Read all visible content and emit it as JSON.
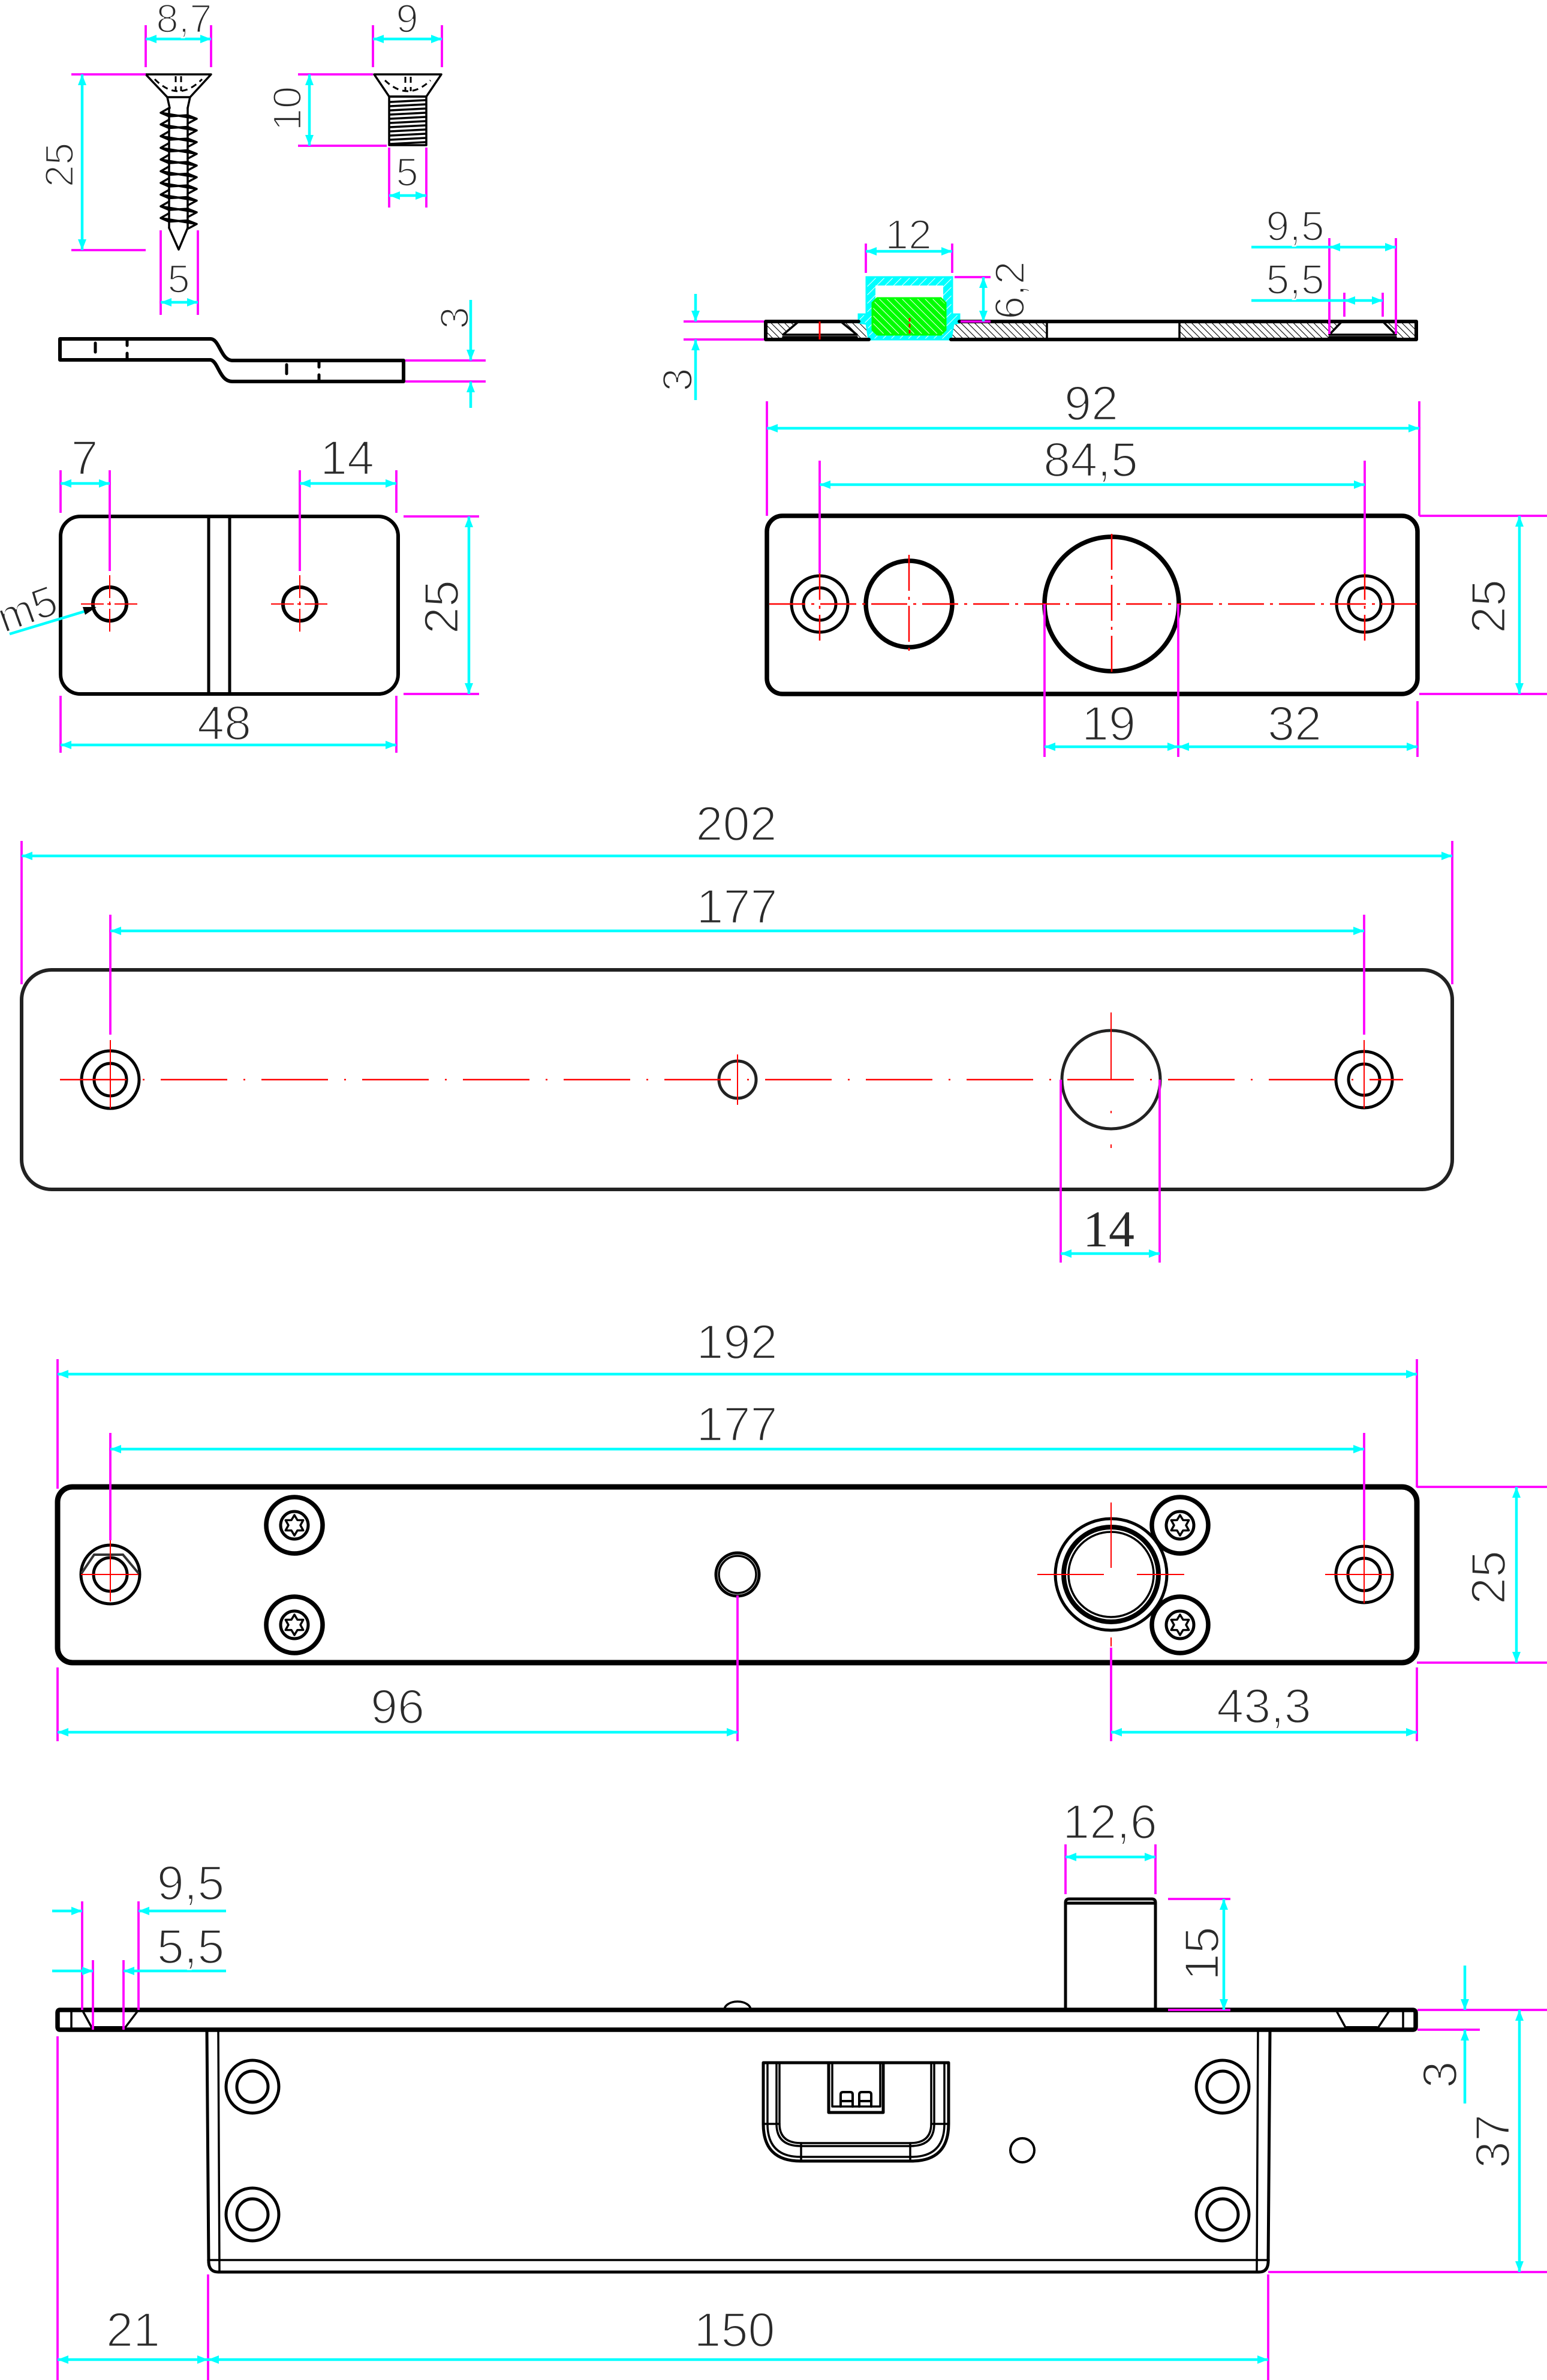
{
  "colors": {
    "dimension_line": "#00ffff",
    "extension_line": "#ff00ff",
    "center_line": "#ff0000",
    "outline": "#000000",
    "bolt_section": "#00ff00",
    "housing_section": "#00ffff",
    "text": "#2a2a2a"
  },
  "views": {
    "wood_screw": {
      "head_diameter": "8,7",
      "length": "25",
      "thread_diameter": "5"
    },
    "machine_screw": {
      "head_diameter": "9",
      "length": "10",
      "thread_diameter": "5"
    },
    "bent_bracket_side": {
      "thickness": "3"
    },
    "bracket_top": {
      "left_hole_offset": "7",
      "right_hole_offset": "14",
      "width": "48",
      "height": "25",
      "thread_callout": "m5"
    },
    "strike_section": {
      "bolt_bore_width": "12",
      "housing_height": "6,2",
      "countersink_diameter": "9,5",
      "hole_diameter": "5,5",
      "plate_thickness": "3"
    },
    "strike_plate_top": {
      "length": "92",
      "hole_spacing": "84,5",
      "height": "25",
      "bolt_hole_diameter": "19",
      "bolt_hole_edge_offset": "32"
    },
    "cover_plate": {
      "length": "202",
      "hole_spacing": "177",
      "bolt_hole_diameter": "14"
    },
    "lock_faceplate": {
      "length": "192",
      "hole_spacing": "177",
      "height": "25",
      "center_hole_offset": "96",
      "bolt_edge_offset": "43,3"
    },
    "lock_body_side": {
      "countersink_diameter": "9,5",
      "hole_diameter": "5,5",
      "bolt_diameter": "12,6",
      "bolt_projection": "15",
      "faceplate_thickness": "3",
      "body_depth": "37",
      "body_offset": "21",
      "body_length": "150"
    }
  }
}
